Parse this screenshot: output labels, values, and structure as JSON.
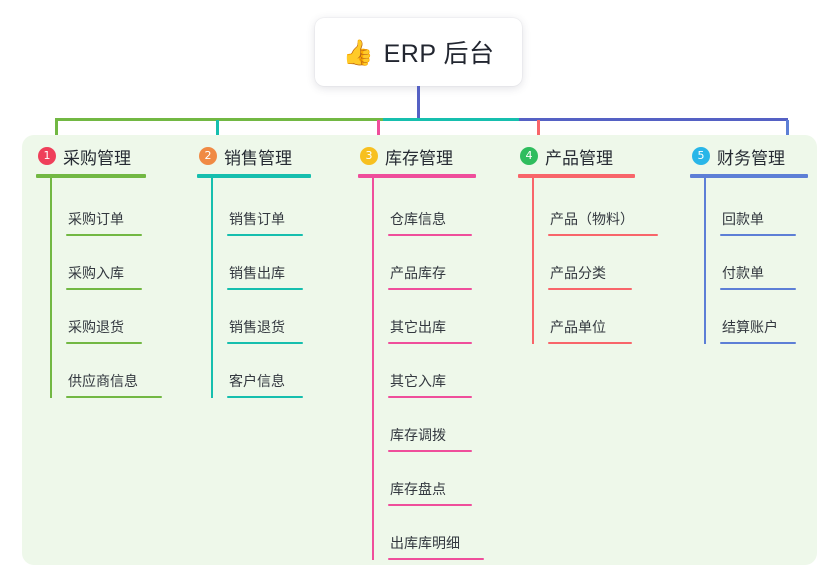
{
  "root": {
    "emoji": "👍",
    "emoji_name": "thumbs-up-icon",
    "title": "ERP 后台"
  },
  "colors": {
    "panel_background": "#eef8ea",
    "page_background": "#ffffff",
    "root_stem": "#5561c4",
    "bus_green": "#72b843",
    "bus_teal": "#16bfae",
    "bus_indigo": "#5561c4"
  },
  "columns": [
    {
      "index": "1",
      "badge_number": "1",
      "badge_color": "#ef3f5a",
      "line_color": "#72b843",
      "title": "采购管理",
      "items": [
        "采购订单",
        "采购入库",
        "采购退货",
        "供应商信息"
      ]
    },
    {
      "index": "2",
      "badge_number": "2",
      "badge_color": "#f08a44",
      "line_color": "#16bfae",
      "title": "销售管理",
      "items": [
        "销售订单",
        "销售出库",
        "销售退货",
        "客户信息"
      ]
    },
    {
      "index": "3",
      "badge_number": "3",
      "badge_color": "#f7c020",
      "line_color": "#ef4e9b",
      "title": "库存管理",
      "items": [
        "仓库信息",
        "产品库存",
        "其它出库",
        "其它入库",
        "库存调拨",
        "库存盘点",
        "出库库明细"
      ]
    },
    {
      "index": "4",
      "badge_number": "4",
      "badge_color": "#2fbd5e",
      "line_color": "#f8656a",
      "title": "产品管理",
      "items": [
        "产品（物料）",
        "产品分类",
        "产品单位"
      ]
    },
    {
      "index": "5",
      "badge_number": "5",
      "badge_color": "#29b6e8",
      "line_color": "#5d7fd6",
      "title": "财务管理",
      "items": [
        "回款单",
        "付款单",
        "结算账户"
      ]
    }
  ]
}
